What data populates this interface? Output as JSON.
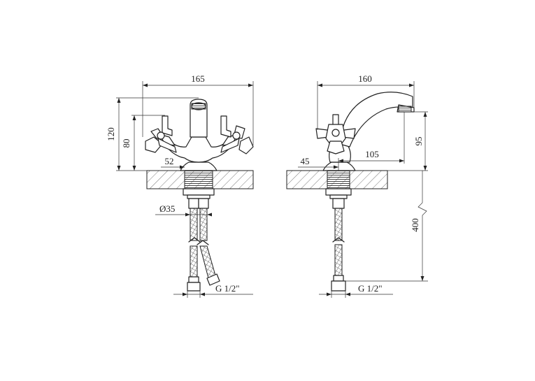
{
  "front_view": {
    "width_label": "165",
    "total_height_label": "120",
    "handle_height_label": "80",
    "spacing_label": "52",
    "hole_label": "Ø35",
    "thread_label": "G 1/2\""
  },
  "side_view": {
    "reach_label": "160",
    "outlet_height_label": "95",
    "spout_reach_label": "105",
    "base_offset_label": "45",
    "hose_length_label": "400",
    "thread_label": "G 1/2\""
  }
}
